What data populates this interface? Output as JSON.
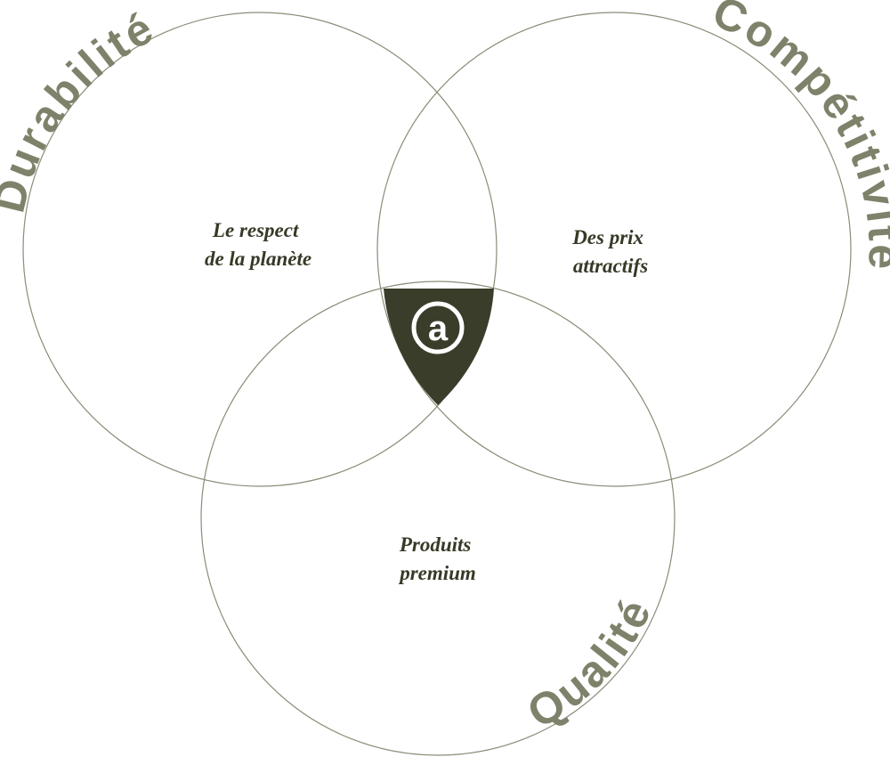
{
  "colors": {
    "stroke": "#8a8c77",
    "label": "#7f826a",
    "text": "#353a26",
    "center_fill": "#3a3d29",
    "logo": "#ffffff",
    "background": "#ffffff"
  },
  "circles": [
    {
      "id": "durabilite",
      "label": "Durabilité",
      "text_lines": [
        "Le respect",
        "de la planète"
      ]
    },
    {
      "id": "competitivite",
      "label": "Compétitivité",
      "text_lines": [
        "Des prix",
        "attractifs"
      ]
    },
    {
      "id": "qualite",
      "label": "Qualité",
      "text_lines": [
        "Produits",
        "premium"
      ]
    }
  ],
  "center": {
    "icon": "at-sign-icon",
    "letter": "a"
  }
}
